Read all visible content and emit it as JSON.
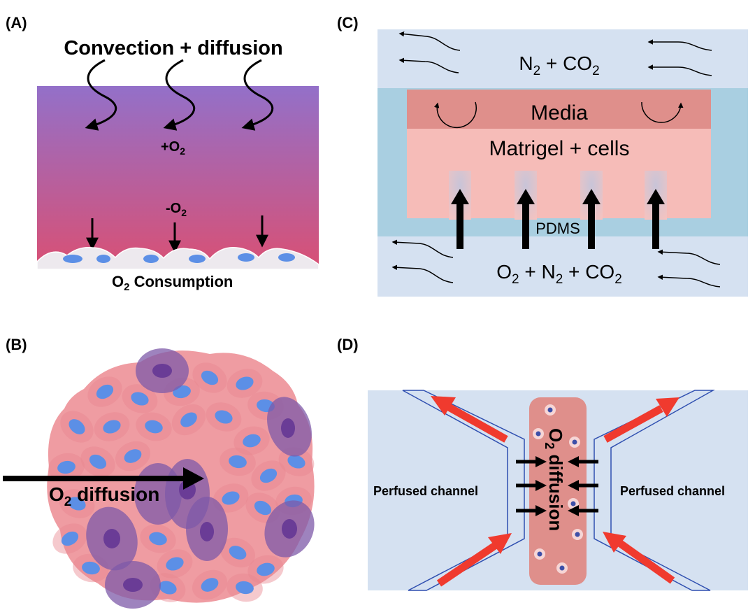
{
  "panels": {
    "a": {
      "label": "(A)",
      "top_text": "Convection + diffusion",
      "plus_o2": "+O",
      "minus_o2": "-O",
      "sub_2": "2",
      "bottom_o": "O",
      "bottom_sub": "2",
      "bottom_rest": " Consumption"
    },
    "b": {
      "label": "(B)",
      "arrow_o": "O",
      "arrow_sub": "2",
      "arrow_rest": " diffusion"
    },
    "c": {
      "label": "(C)",
      "top_n": "N",
      "top_sub": "2",
      "top_plus": " + CO",
      "top_sub2": "2",
      "media": "Media",
      "matrigel": "Matrigel + cells",
      "pdms": "PDMS",
      "bot_o": "O",
      "bot_sub1": "2",
      "bot_n": " + N",
      "bot_sub2": "2",
      "bot_co": " + CO",
      "bot_sub3": "2"
    },
    "d": {
      "label": "(D)",
      "left_channel": "Perfused channel",
      "right_channel": "Perfused channel",
      "diff_o": "O",
      "diff_sub": "2",
      "diff_rest": " diffusion"
    }
  },
  "colors": {
    "bg_blue": "#d5e1f1",
    "pdms_blue": "#a9cfe1",
    "media": "#df8f8b",
    "matrigel": "#f6bcb8",
    "cell_blue": "#5c8fe6",
    "cell_pink": "#ef9ca2",
    "cell_purple": "#7e5aa8",
    "red_arrow": "#f03a2e",
    "gradient_top": "#9370c9",
    "gradient_bottom": "#d95074"
  }
}
